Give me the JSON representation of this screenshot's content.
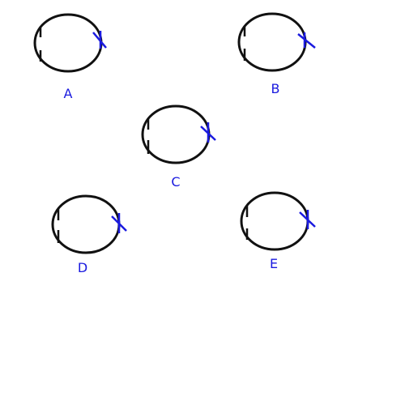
{
  "figures": [
    {
      "label": "A"
    },
    {
      "label": "B"
    },
    {
      "label": "C"
    },
    {
      "label": "D"
    },
    {
      "label": "E"
    }
  ],
  "colors": {
    "outline": "#111111",
    "mark": "#1a1adf",
    "label": "#1a1adf",
    "background": "#ffffff"
  }
}
